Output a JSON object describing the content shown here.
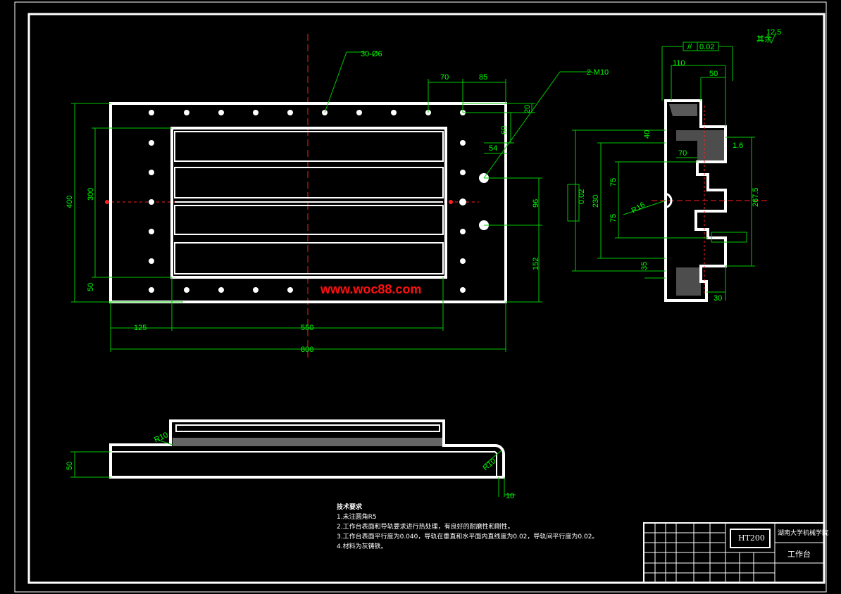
{
  "drawing": {
    "holes_label": "30-Ø6",
    "thread_label": "2-M10",
    "roughness_symbol": "12.5",
    "roughness_prefix": "其余",
    "parallel_tol_top": "0.02",
    "parallel_tol_side": "0.02",
    "watermark": "www.woc88.com"
  },
  "dims": {
    "d70": "70",
    "d85": "85",
    "d20": "20",
    "d60": "60",
    "d54": "54",
    "d96": "96",
    "d152": "152",
    "d400": "400",
    "d300": "300",
    "d50": "50",
    "d125": "125",
    "d550": "550",
    "d800": "800",
    "s110": "110",
    "s50": "50",
    "s40": "40",
    "s70": "70",
    "s16": "1.6",
    "s75a": "75",
    "s75b": "75",
    "s230": "230",
    "sR16": "R16",
    "s2675": "267.5",
    "s35": "35",
    "s30": "30",
    "bR10a": "R10",
    "bR10b": "R10",
    "b50": "50",
    "b10": "10"
  },
  "notes": {
    "title": "技术要求",
    "items": [
      "1.未注圆角R5",
      "2.工作台表面和导轨要求进行热处理，有良好的耐磨性和刚性。",
      "3.工作台表面平行度为0.040，导轨在垂直和水平面内直线度为0.02，导轨间平行度为0.02。",
      "4.材料为灰铸铁。"
    ]
  },
  "title_block": {
    "material": "HT200",
    "school": "湖南大学机械学院",
    "part_name": "工作台"
  }
}
